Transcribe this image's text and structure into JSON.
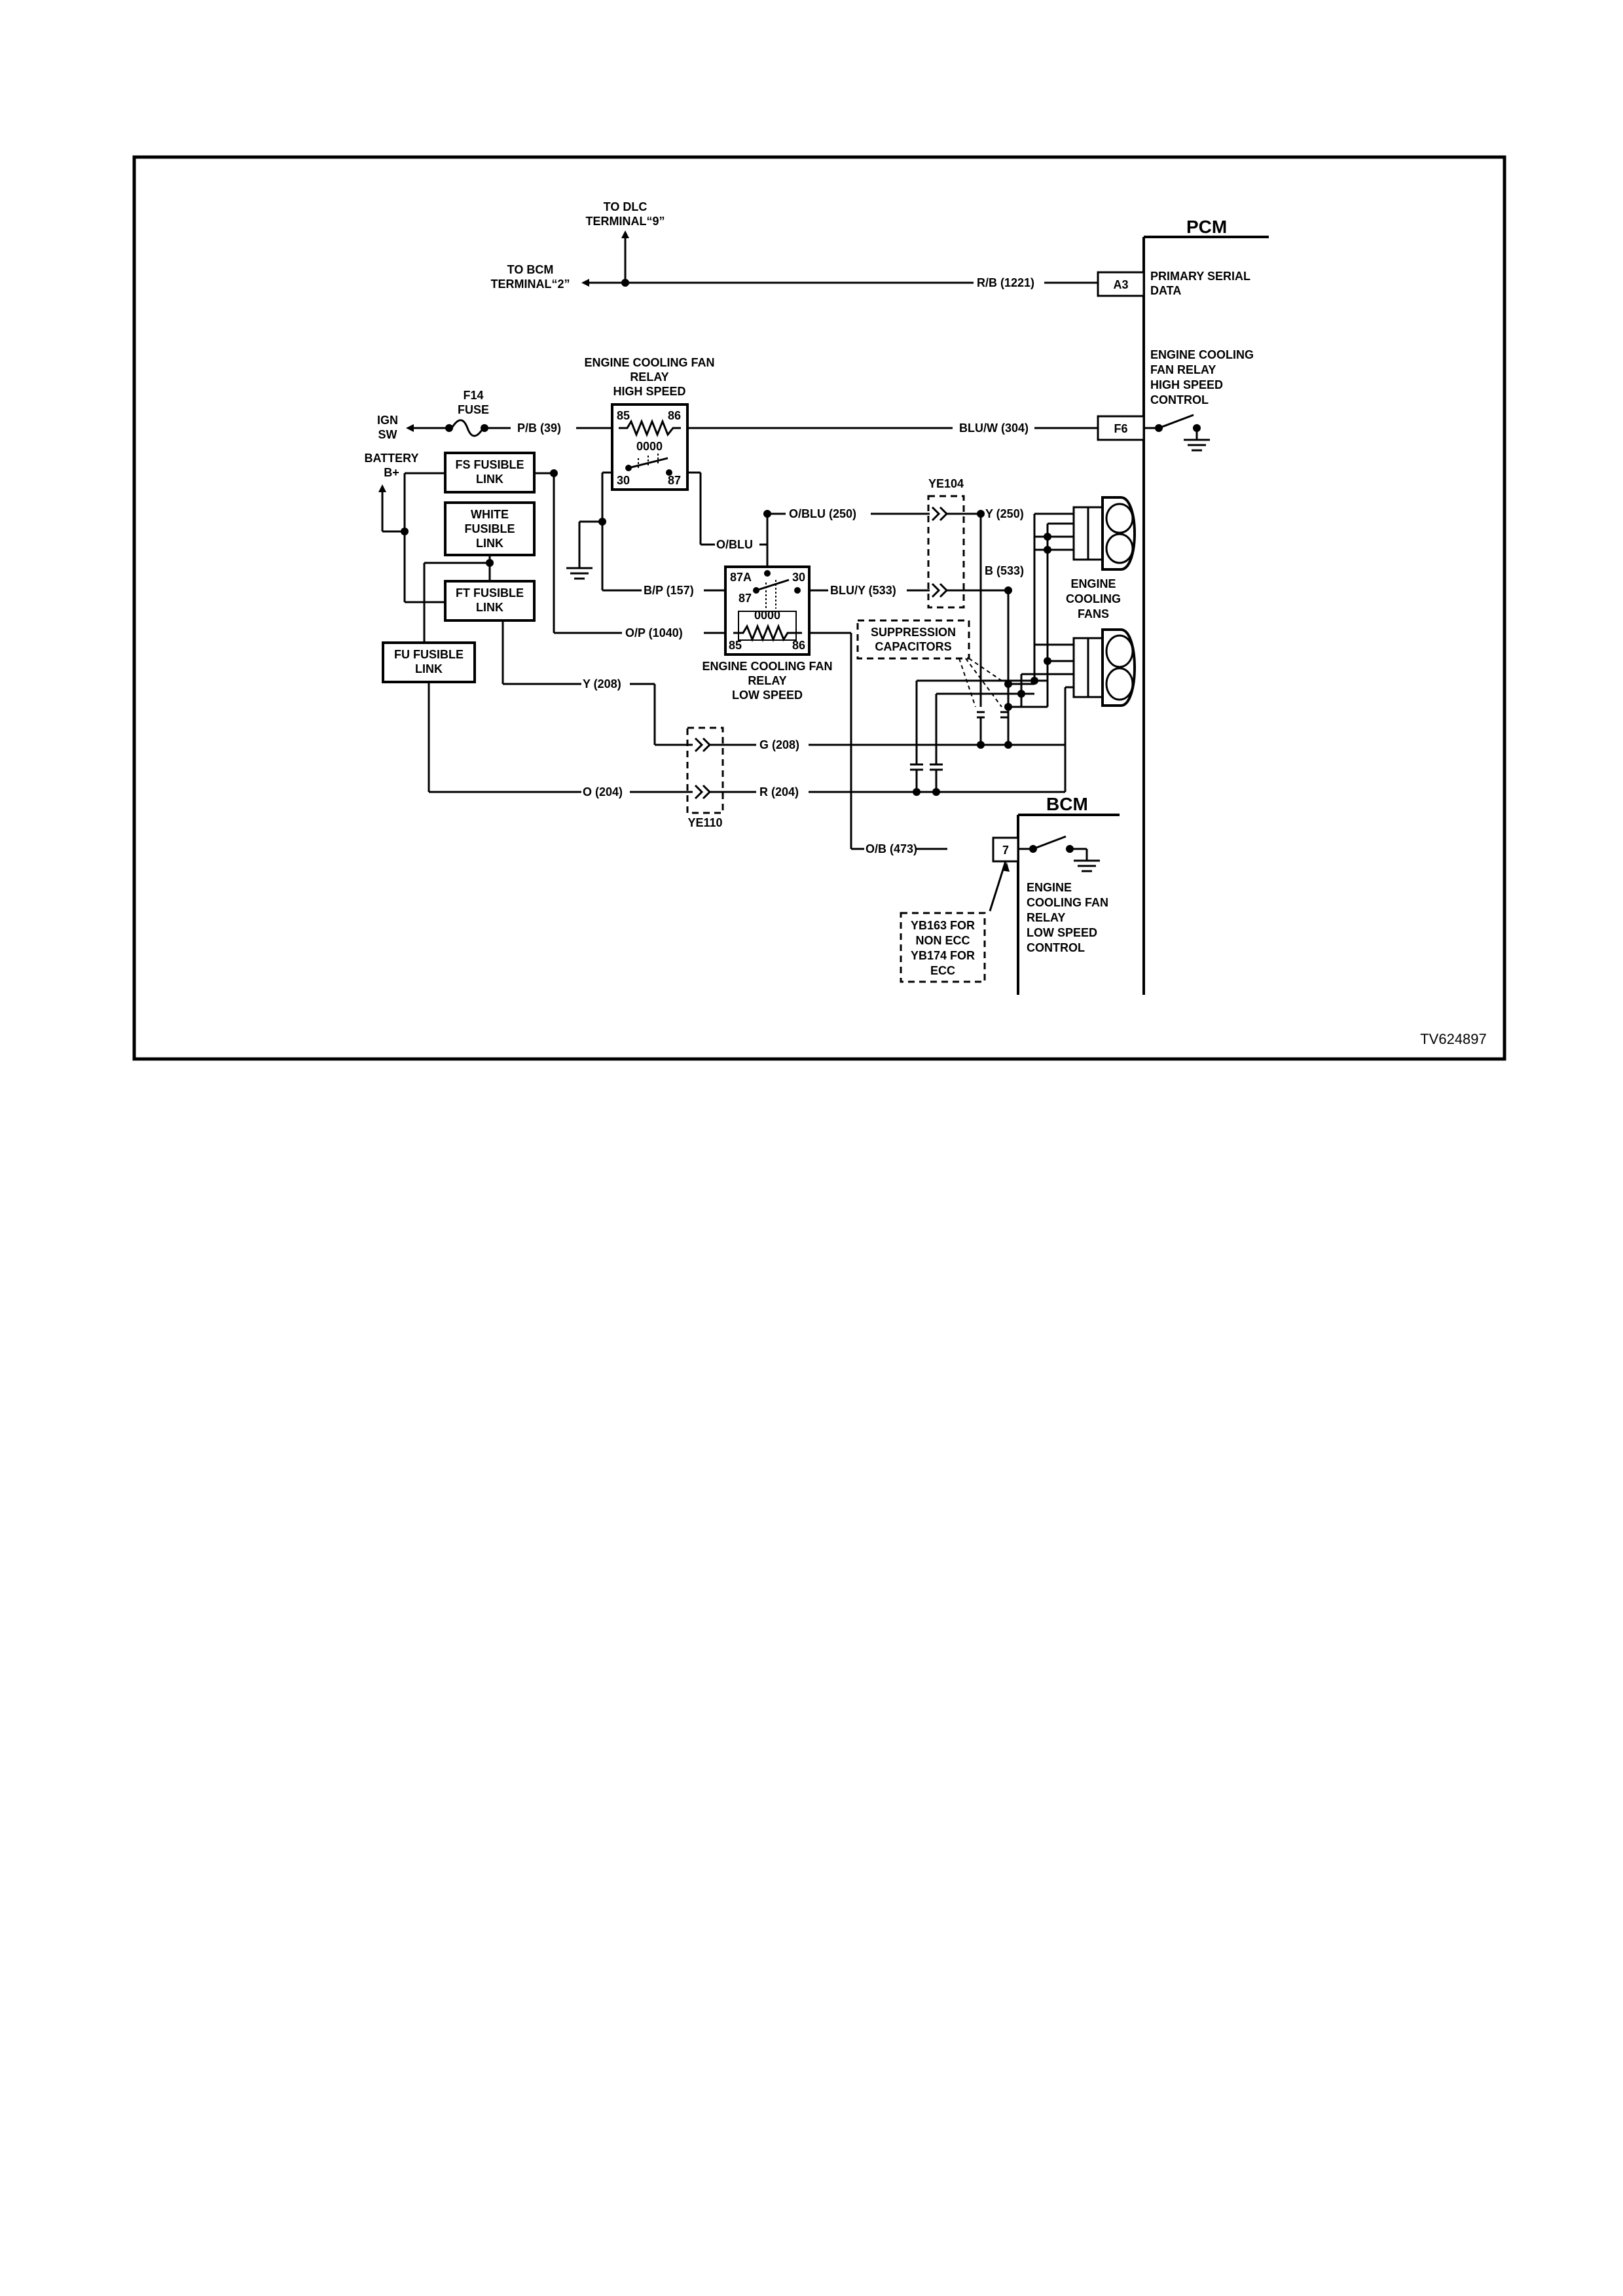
{
  "figure_id": "TV624897",
  "modules": {
    "pcm": "PCM",
    "bcm": "BCM"
  },
  "pcm_pins": [
    {
      "pin": "A3",
      "function": "PRIMARY SERIAL DATA",
      "wire": "R/B (1221)"
    },
    {
      "pin": "F6",
      "function": "ENGINE COOLING FAN RELAY HIGH SPEED CONTROL",
      "wire": "BLU/W (304)"
    }
  ],
  "bcm_pin": {
    "pin": "7",
    "function": "ENGINE COOLING FAN RELAY LOW SPEED CONTROL",
    "wire": "O/B (473)"
  },
  "serial_data": {
    "to_dlc": [
      "TO DLC",
      "TERMINAL“9”"
    ],
    "to_bcm": [
      "TO BCM",
      "TERMINAL“2”"
    ]
  },
  "power": {
    "ign_sw": [
      "IGN",
      "SW"
    ],
    "fuse": [
      "F14",
      "FUSE"
    ],
    "battery": [
      "BATTERY",
      "B+"
    ],
    "fusible_links": [
      [
        "FS FUSIBLE",
        "LINK"
      ],
      [
        "WHITE",
        "FUSIBLE",
        "LINK"
      ],
      [
        "FT FUSIBLE",
        "LINK"
      ],
      [
        "FU FUSIBLE",
        "LINK"
      ]
    ]
  },
  "relay_high": {
    "title": [
      "ENGINE COOLING FAN",
      "RELAY",
      "HIGH SPEED"
    ],
    "terminals": [
      "85",
      "86",
      "30",
      "87"
    ]
  },
  "relay_low": {
    "title": [
      "ENGINE COOLING FAN",
      "RELAY",
      "LOW SPEED"
    ],
    "terminals": [
      "87A",
      "30",
      "87",
      "85",
      "86"
    ]
  },
  "wires": {
    "pb39": "P/B (39)",
    "oblu": "O/BLU",
    "oblu250": "O/BLU (250)",
    "y250": "Y (250)",
    "b533": "B (533)",
    "bp157": "B/P (157)",
    "bluy533": "BLU/Y (533)",
    "op1040": "O/P (1040)",
    "y208": "Y (208)",
    "g208": "G (208)",
    "o204": "O (204)",
    "r204": "R (204)"
  },
  "connectors": {
    "ye104": "YE104",
    "ye110": "YE110",
    "yb_note": [
      "YB163 FOR",
      "NON ECC",
      "YB174 FOR",
      "ECC"
    ]
  },
  "suppression": [
    "SUPPRESSION",
    "CAPACITORS"
  ],
  "fans": [
    "ENGINE",
    "COOLING",
    "FANS"
  ]
}
